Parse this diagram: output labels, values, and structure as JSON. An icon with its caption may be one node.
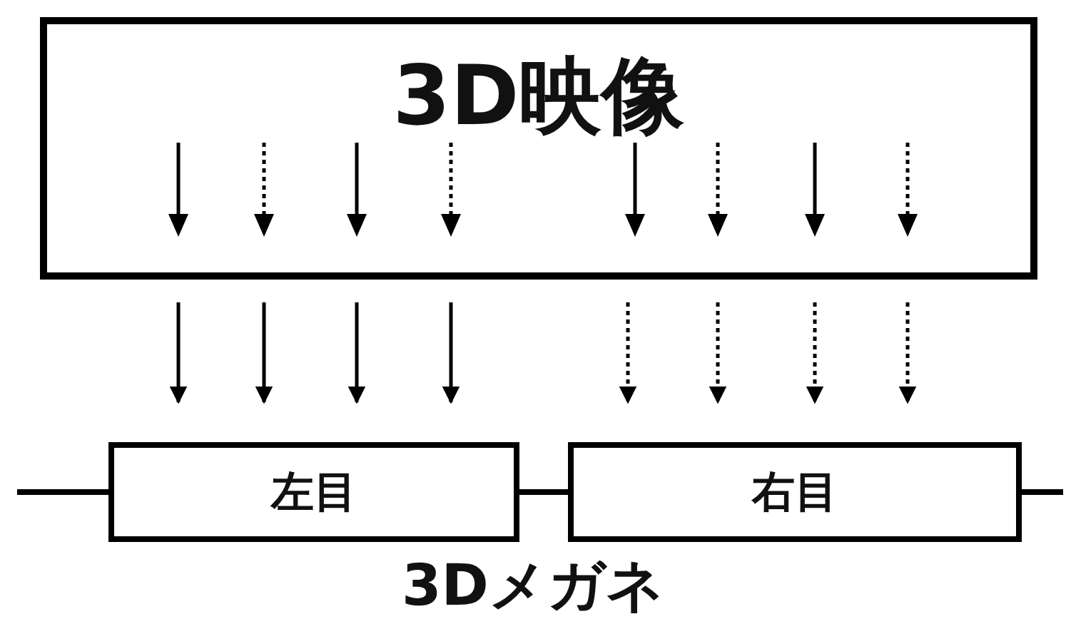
{
  "diagram": {
    "nodes": [
      {
        "text": [
          "3D映像"
        ]
      },
      {
        "text": [
          "左目"
        ]
      },
      {
        "text": [
          "右目"
        ]
      }
    ],
    "edges": [
      {
        "from": 0,
        "to": 1,
        "arrow": "to"
      },
      {
        "from": 0,
        "to": 1,
        "arrow": "to"
      },
      {
        "from": 0,
        "to": 1,
        "arrow": "to"
      },
      {
        "from": 0,
        "to": 1,
        "arrow": "to"
      },
      {
        "from": 0,
        "to": 2,
        "arrow": "to",
        "style": "dashed"
      },
      {
        "from": 0,
        "to": 2,
        "arrow": "to",
        "style": "dashed"
      },
      {
        "from": 0,
        "to": 2,
        "arrow": "to",
        "style": "dashed"
      },
      {
        "from": 0,
        "to": 2,
        "arrow": "to",
        "style": "dashed"
      },
      {
        "from": 1,
        "to": 2,
        "arrow": "none"
      }
    ],
    "labels": [
      "3Dメガネ"
    ]
  }
}
